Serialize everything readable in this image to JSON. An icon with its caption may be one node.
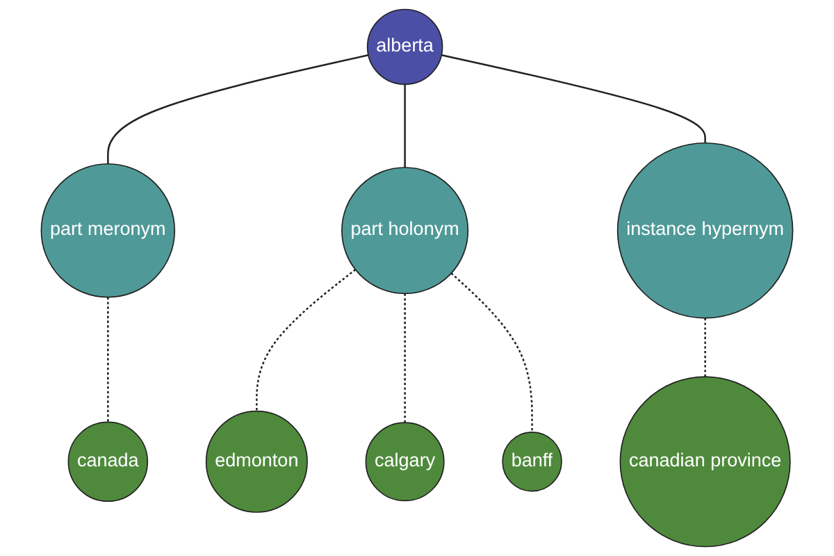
{
  "diagram": {
    "nodes": [
      {
        "text": [
          "canada"
        ]
      },
      {
        "text": [
          "edmonton"
        ]
      },
      {
        "text": [
          "calgary"
        ]
      },
      {
        "text": [
          "part meronym"
        ]
      },
      {
        "text": [
          "part holonym"
        ]
      },
      {
        "text": [
          "banff"
        ]
      },
      {
        "text": [
          "alberta"
        ]
      },
      {
        "text": [
          "instance hypernym"
        ]
      },
      {
        "text": [
          "canadian province"
        ]
      }
    ],
    "edges": [
      {
        "from": 6,
        "to": 3,
        "arrow": "none"
      },
      {
        "from": 6,
        "to": 4,
        "arrow": "none"
      },
      {
        "from": 6,
        "to": 7,
        "arrow": "none"
      },
      {
        "from": 3,
        "to": 0,
        "arrow": "none",
        "style": "dashed"
      },
      {
        "from": 4,
        "to": 1,
        "arrow": "none",
        "style": "dashed"
      },
      {
        "from": 4,
        "to": 2,
        "arrow": "none",
        "style": "dashed"
      },
      {
        "from": 4,
        "to": 5,
        "arrow": "none",
        "style": "dashed"
      },
      {
        "from": 7,
        "to": 8,
        "arrow": "none",
        "style": "dashed"
      }
    ]
  }
}
